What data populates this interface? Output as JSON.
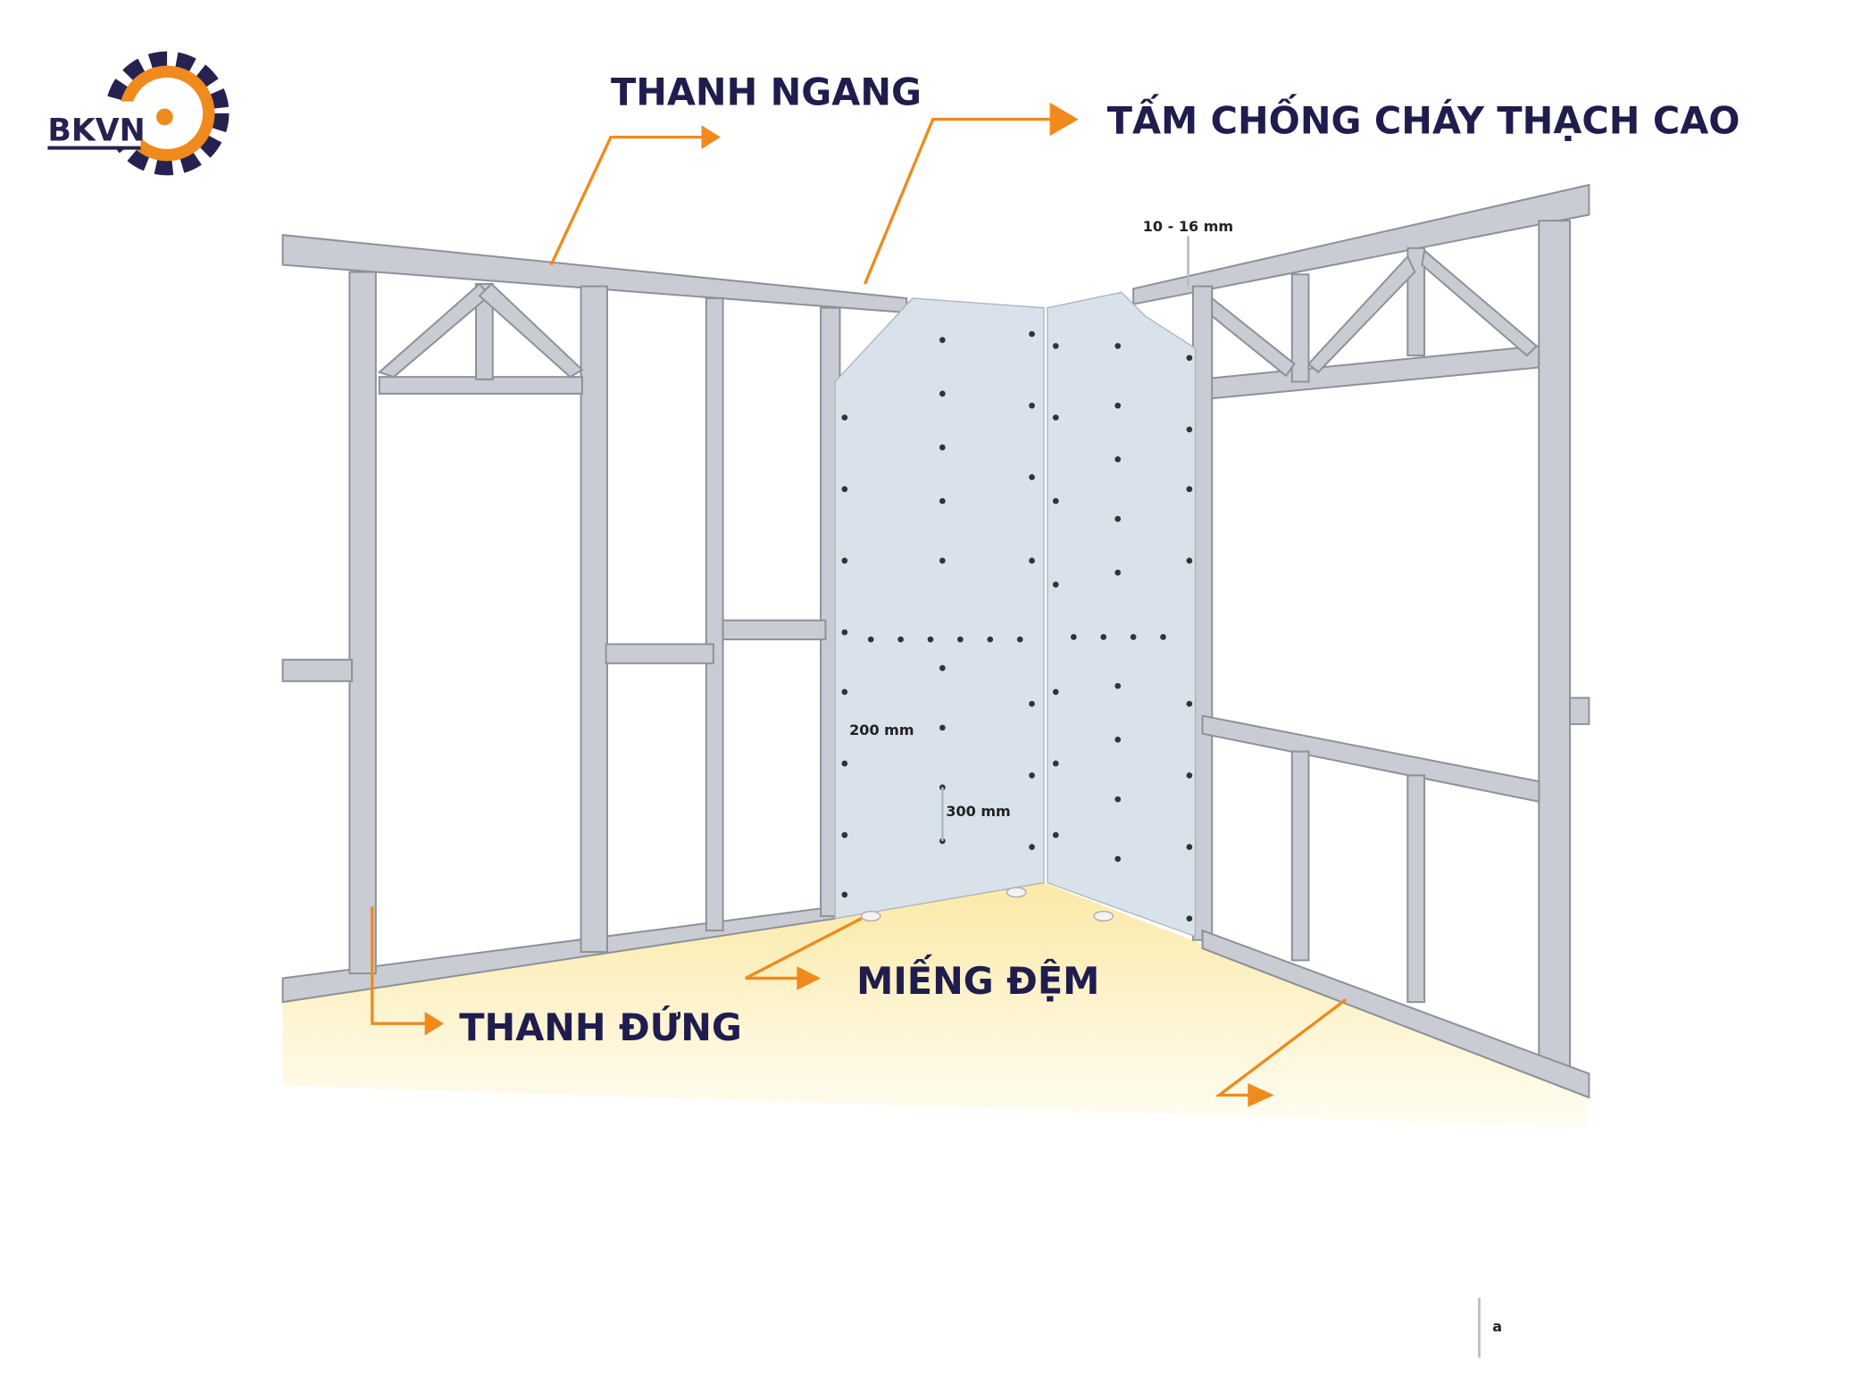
{
  "logo": {
    "text": "BKVN"
  },
  "labels": {
    "top_rail": "THANH NGANG",
    "fire_board": "TẤM CHỐNG CHÁY THẠCH CAO",
    "stud": "THANH ĐỨNG",
    "gasket": "MIẾNG ĐỆM"
  },
  "dimensions": {
    "gap": "10 - 16 mm",
    "edge_spacing": "200 mm",
    "field_spacing": "300 mm",
    "legend_a": "a"
  },
  "colors": {
    "accent": "#f08a1c",
    "text": "#1f1d4e",
    "board": "#d9e2ea",
    "floor": "#fdf1c4"
  }
}
